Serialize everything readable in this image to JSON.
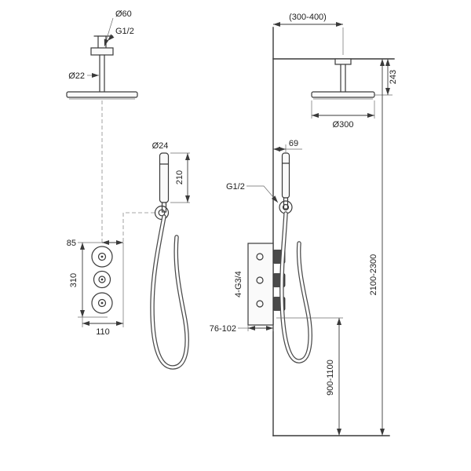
{
  "colors": {
    "background": "#ffffff",
    "line": "#3a3a3a",
    "text": "#1e1e1e",
    "knob_fill": "#4a4a4a"
  },
  "left_view": {
    "labels": {
      "head_diameter": "Ø60",
      "thread_top": "G1/2",
      "pipe_diameter": "Ø22",
      "handshower_diameter": "Ø24",
      "handshower_length": "210",
      "valve_offset": "85",
      "valve_height": "310",
      "valve_width": "110"
    }
  },
  "right_view": {
    "labels": {
      "arm_from_wall": "(300-400)",
      "head_drop": "243",
      "head_diameter": "Ø300",
      "handshower_from_wall": "69",
      "thread_outlet": "G1/2",
      "valve_connections": "4-G3/4",
      "valve_depth": "76-102",
      "valve_height_from_floor": "900-1100",
      "ceiling_height": "2100-2300"
    }
  }
}
